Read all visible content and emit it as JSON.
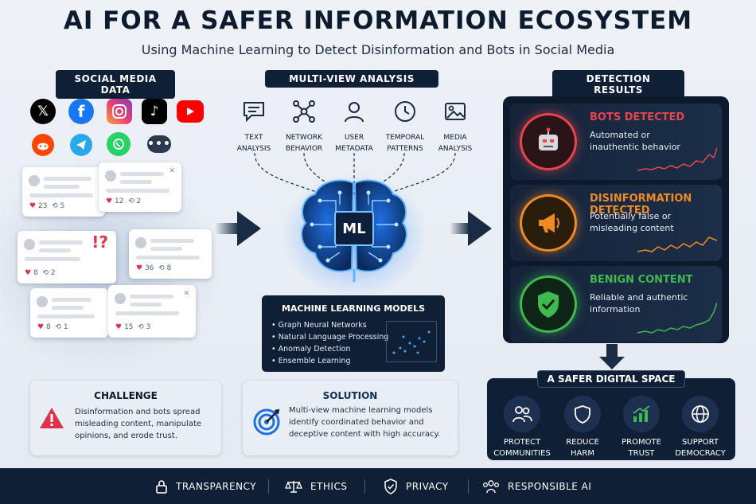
{
  "header": {
    "title": "AI FOR A SAFER INFORMATION ECOSYSTEM",
    "subtitle": "Using Machine Learning to Detect Disinformation and Bots in Social Media"
  },
  "sections": {
    "social": "SOCIAL MEDIA DATA",
    "multiview": "MULTI-VIEW ANALYSIS",
    "detection": "DETECTION RESULTS"
  },
  "social_icons": [
    "x-icon",
    "facebook-icon",
    "instagram-icon",
    "tiktok-icon",
    "youtube-icon",
    "reddit-icon",
    "telegram-icon",
    "whatsapp-icon",
    "chat-icon"
  ],
  "posts": [
    {
      "likes": "23",
      "shares": "5"
    },
    {
      "likes": "12",
      "shares": "2"
    },
    {
      "likes": "8",
      "shares": "2",
      "flag": "!?"
    },
    {
      "likes": "36",
      "shares": "8"
    },
    {
      "likes": "8",
      "shares": "1"
    },
    {
      "likes": "15",
      "shares": "3"
    }
  ],
  "views": [
    {
      "line1": "TEXT",
      "line2": "ANALYSIS",
      "icon": "text-bubble-icon"
    },
    {
      "line1": "NETWORK",
      "line2": "BEHAVIOR",
      "icon": "network-icon"
    },
    {
      "line1": "USER",
      "line2": "METADATA",
      "icon": "user-icon"
    },
    {
      "line1": "TEMPORAL",
      "line2": "PATTERNS",
      "icon": "clock-icon"
    },
    {
      "line1": "MEDIA",
      "line2": "ANALYSIS",
      "icon": "image-icon"
    }
  ],
  "ml": {
    "label": "ML",
    "models_title": "MACHINE LEARNING MODELS",
    "models": [
      "Graph Neural Networks",
      "Natural Language Processing",
      "Anomaly Detection",
      "Ensemble Learning"
    ]
  },
  "results": [
    {
      "title": "BOTS DETECTED",
      "desc_line1": "Automated or",
      "desc_line2": "inauthentic behavior",
      "color": "#e8454a",
      "icon": "robot-icon"
    },
    {
      "title": "DISINFORMATION DETECTED",
      "desc_line1": "Potentially false or",
      "desc_line2": "misleading content",
      "color": "#f08a24",
      "icon": "megaphone-icon"
    },
    {
      "title": "BENIGN CONTENT",
      "desc_line1": "Reliable and authentic",
      "desc_line2": "information",
      "color": "#3fb950",
      "icon": "shield-check-icon"
    }
  ],
  "challenge": {
    "title": "CHALLENGE",
    "line1": "Disinformation and bots spread",
    "line2": "misleading content, manipulate",
    "line3": "opinions, and erode trust."
  },
  "solution": {
    "title": "SOLUTION",
    "line1": "Multi-view machine learning models",
    "line2": "identify coordinated behavior and",
    "line3": "deceptive content with high accuracy."
  },
  "safer": {
    "title": "A SAFER DIGITAL SPACE",
    "items": [
      {
        "line1": "PROTECT",
        "line2": "COMMUNITIES",
        "icon": "people-icon"
      },
      {
        "line1": "REDUCE",
        "line2": "HARM",
        "icon": "shield-icon"
      },
      {
        "line1": "PROMOTE",
        "line2": "TRUST",
        "icon": "bar-growth-icon"
      },
      {
        "line1": "SUPPORT",
        "line2": "DEMOCRACY",
        "icon": "globe-icon"
      }
    ]
  },
  "footer": [
    "TRANSPARENCY",
    "ETHICS",
    "PRIVACY",
    "RESPONSIBLE AI"
  ]
}
